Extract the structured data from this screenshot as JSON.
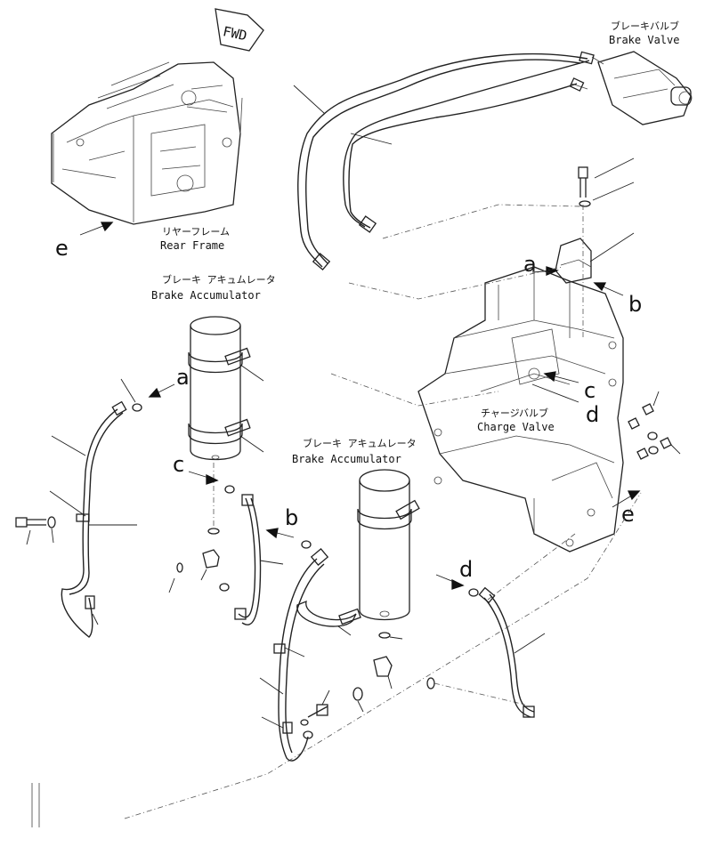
{
  "fwd_label": "FWD",
  "parts": {
    "brake_valve": {
      "jp": "ブレーキバルブ",
      "en": "Brake Valve"
    },
    "rear_frame": {
      "jp": "リヤーフレーム",
      "en": "Rear Frame"
    },
    "brake_accumulator_left": {
      "jp": "ブレーキ アキュムレータ",
      "en": "Brake Accumulator"
    },
    "brake_accumulator_right": {
      "jp": "ブレーキ アキュムレータ",
      "en": "Brake Accumulator"
    },
    "charge_valve": {
      "jp": "チャージバルブ",
      "en": "Charge Valve"
    }
  },
  "connection_letters": {
    "e_rear_frame": "e",
    "a_valve": "a",
    "b_valve": "b",
    "c_valve": "c",
    "d_valve": "d",
    "e_frame": "e",
    "a_hose": "a",
    "c_accumulator": "c",
    "b_hose": "b",
    "d_hose": "d"
  }
}
